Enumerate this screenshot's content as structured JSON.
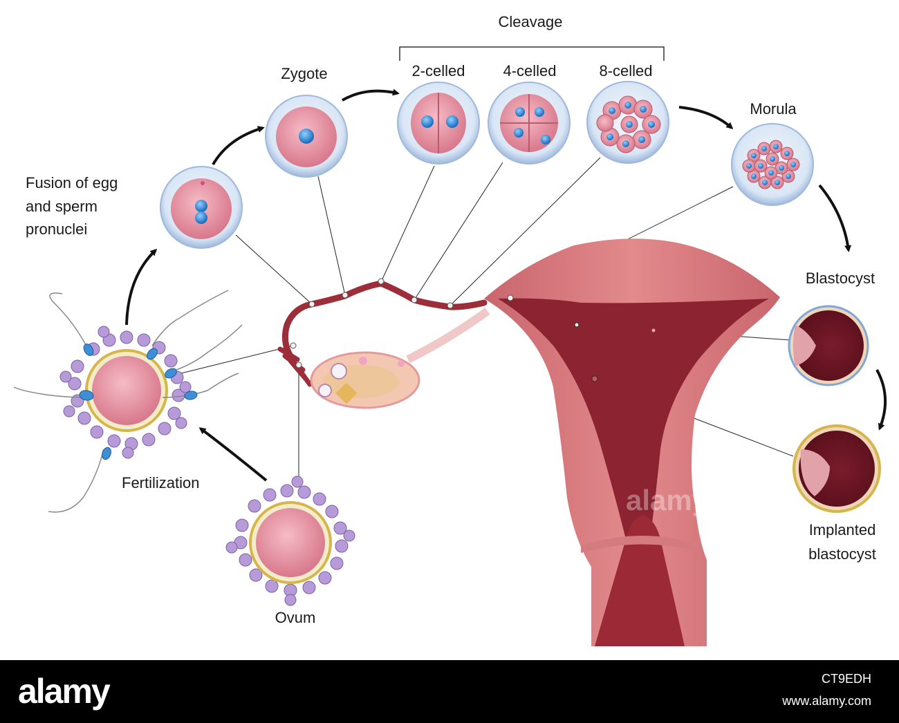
{
  "labels": {
    "cleavage": "Cleavage",
    "two_celled": "2-celled",
    "four_celled": "4-celled",
    "eight_celled": "8-celled",
    "zygote": "Zygote",
    "morula": "Morula",
    "fusion_line1": "Fusion of egg",
    "fusion_line2": "and sperm",
    "fusion_line3": "pronuclei",
    "blastocyst": "Blastocyst",
    "implanted_line1": "Implanted",
    "implanted_line2": "blastocyst",
    "fertilization": "Fertilization",
    "ovum": "Ovum"
  },
  "watermark": "alamy",
  "footer": {
    "brand": "alamy",
    "image_id": "CT9EDH",
    "site": "www.alamy.com"
  },
  "colors": {
    "cell_halo": "#cfe0f3",
    "cell_body": "#e38fa0",
    "nucleus": "#3d8fd6",
    "follicle_cell": "#b79ad8",
    "uterus_outer": "#d8787c",
    "uterus_inner": "#8b1f2c",
    "arrow": "#111111"
  }
}
